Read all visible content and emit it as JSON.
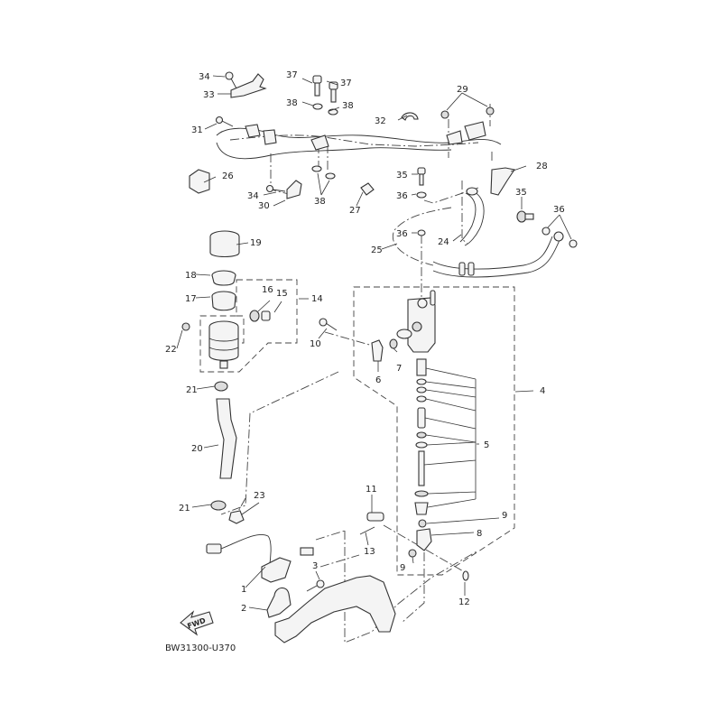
{
  "diagram": {
    "title": "Rear Master Cylinder",
    "drawing_code": "BW31300-U370",
    "direction_marker": "FWD",
    "callouts": [
      {
        "id": "c1",
        "label": "1",
        "part": "rear-brake-switch"
      },
      {
        "id": "c2",
        "label": "2",
        "part": "switch-bracket"
      },
      {
        "id": "c3",
        "label": "3",
        "part": "bracket-screw"
      },
      {
        "id": "c4",
        "label": "4",
        "part": "rear-master-cylinder-assy"
      },
      {
        "id": "c5",
        "label": "5",
        "part": "master-cylinder-kit"
      },
      {
        "id": "c6",
        "label": "6",
        "part": "hose-joint"
      },
      {
        "id": "c7",
        "label": "7",
        "part": "o-ring"
      },
      {
        "id": "c8",
        "label": "8",
        "part": "joint-clevis"
      },
      {
        "id": "c9a",
        "label": "9",
        "part": "nut-upper"
      },
      {
        "id": "c9b",
        "label": "9",
        "part": "nut-lower"
      },
      {
        "id": "c10",
        "label": "10",
        "part": "joint-screw"
      },
      {
        "id": "c11",
        "label": "11",
        "part": "clevis-pin"
      },
      {
        "id": "c12",
        "label": "12",
        "part": "washer"
      },
      {
        "id": "c13",
        "label": "13",
        "part": "cotter-pin"
      },
      {
        "id": "c14",
        "label": "14",
        "part": "reservoir-tank-assy"
      },
      {
        "id": "c15",
        "label": "15",
        "part": "hose-nipple"
      },
      {
        "id": "c16",
        "label": "16",
        "part": "grommet"
      },
      {
        "id": "c17",
        "label": "17",
        "part": "diaphragm-holder"
      },
      {
        "id": "c18",
        "label": "18",
        "part": "diaphragm"
      },
      {
        "id": "c19",
        "label": "19",
        "part": "reservoir-cap"
      },
      {
        "id": "c20",
        "label": "20",
        "part": "reservoir-hose"
      },
      {
        "id": "c21a",
        "label": "21",
        "part": "hose-clamp-upper"
      },
      {
        "id": "c21b",
        "label": "21",
        "part": "hose-clamp-lower"
      },
      {
        "id": "c22",
        "label": "22",
        "part": "reservoir-bolt"
      },
      {
        "id": "c23",
        "label": "23",
        "part": "hose-holder"
      },
      {
        "id": "c24",
        "label": "24",
        "part": "brake-hose-1"
      },
      {
        "id": "c25",
        "label": "25",
        "part": "brake-hose-2"
      },
      {
        "id": "c26",
        "label": "26",
        "part": "hose-guide"
      },
      {
        "id": "c27",
        "label": "27",
        "part": "clip"
      },
      {
        "id": "c28",
        "label": "28",
        "part": "hose-bracket"
      },
      {
        "id": "c29",
        "label": "29",
        "part": "nuts"
      },
      {
        "id": "c30",
        "label": "30",
        "part": "holder"
      },
      {
        "id": "c31",
        "label": "31",
        "part": "screw"
      },
      {
        "id": "c32",
        "label": "32",
        "part": "hose-clip"
      },
      {
        "id": "c33",
        "label": "33",
        "part": "bracket"
      },
      {
        "id": "c34a",
        "label": "34",
        "part": "bolt-upper"
      },
      {
        "id": "c34b",
        "label": "34",
        "part": "bolt-lower"
      },
      {
        "id": "c35a",
        "label": "35",
        "part": "union-bolt-1"
      },
      {
        "id": "c35b",
        "label": "35",
        "part": "union-bolt-2"
      },
      {
        "id": "c36a",
        "label": "36",
        "part": "gasket-1"
      },
      {
        "id": "c36b",
        "label": "36",
        "part": "gasket-2"
      },
      {
        "id": "c36c",
        "label": "36",
        "part": "gasket-3"
      },
      {
        "id": "c37a",
        "label": "37",
        "part": "bolt-a"
      },
      {
        "id": "c37b",
        "label": "37",
        "part": "bolt-b"
      },
      {
        "id": "c38a",
        "label": "38",
        "part": "washer-a"
      },
      {
        "id": "c38b",
        "label": "38",
        "part": "washer-b"
      },
      {
        "id": "c38c",
        "label": "38",
        "part": "washers-lower"
      }
    ]
  }
}
